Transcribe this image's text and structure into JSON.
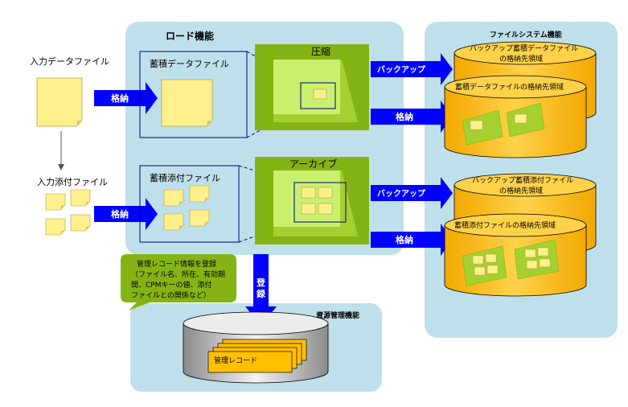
{
  "regions": {
    "load": {
      "title": "ロード機能"
    },
    "filesystem": {
      "title": "ファイルシステム機能"
    },
    "resource": {
      "title": "資源管理機能"
    }
  },
  "inputs": {
    "data_file": "入力データファイル",
    "attach_file": "入力添付ファイル"
  },
  "accumulation": {
    "data_file": "蓄積データファイル",
    "attach_file": "蓄積添付ファイル"
  },
  "processes": {
    "compress": "圧縮",
    "archive": "アーカイブ"
  },
  "arrows": {
    "store": "格納",
    "backup": "バックアップ",
    "register": "登録"
  },
  "storage": {
    "backup_data": {
      "line1": "バックアップ蓄積データファイル",
      "line2": "の格納先領域"
    },
    "data_area": "蓄積データファイルの格納先領域",
    "backup_attach": {
      "line1": "バックアップ蓄積添付ファイル",
      "line2": "の格納先領域"
    },
    "attach_area": "蓄積添付ファイルの格納先領域"
  },
  "callout": {
    "lines": [
      "管理レコード情報を登録",
      "（ファイル名、所在、有効期",
      "間、CPMキーの値、添付",
      "ファイルとの関係など）"
    ]
  },
  "record": {
    "label": "管理レコード"
  },
  "colors": {
    "region_bg": "#bfe0ea",
    "green_box": "#84b414",
    "light_green": "#c8f06c",
    "yellow_note": "#fff08c",
    "cylinder": "#ffc000",
    "arrow_blue": "#0000ff",
    "frame_navy": "#00007f"
  }
}
